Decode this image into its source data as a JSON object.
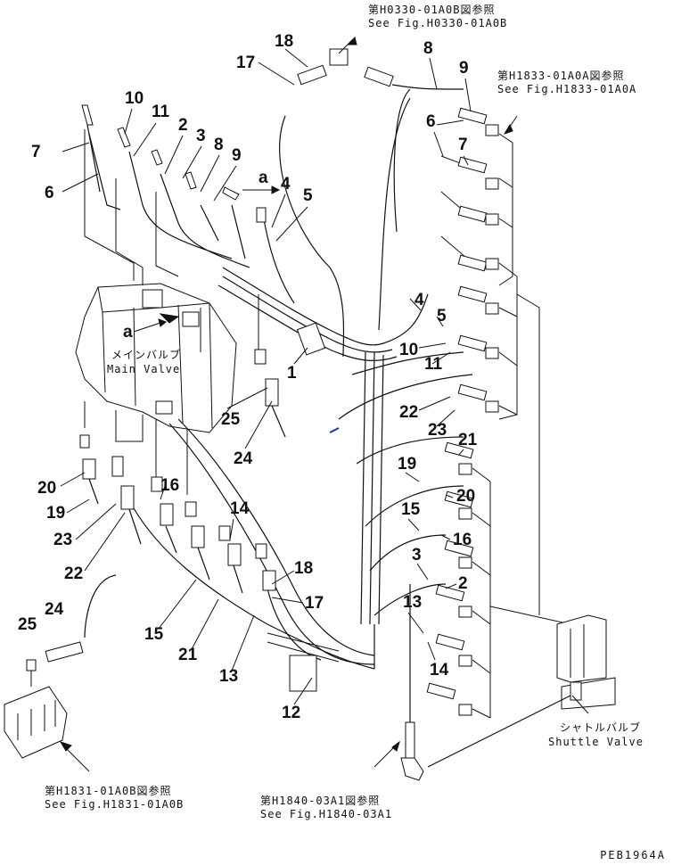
{
  "references": {
    "top": {
      "ja": "第H0330-01A0B図参照",
      "en": "See Fig.H0330-01A0B"
    },
    "right": {
      "ja": "第H1833-01A0A図参照",
      "en": "See Fig.H1833-01A0A"
    },
    "bottom_left": {
      "ja": "第H1831-01A0B図参照",
      "en": "See Fig.H1831-01A0B"
    },
    "bottom_center": {
      "ja": "第H1840-03A1図参照",
      "en": "See Fig.H1840-03A1"
    }
  },
  "components": {
    "main_valve": {
      "ja": "メインバルブ",
      "en": "Main Valve"
    },
    "shuttle_valve": {
      "ja": "シャトルバルブ",
      "en": "Shuttle Valve"
    }
  },
  "callout_letter": "a",
  "callout_numbers": [
    "1",
    "2",
    "3",
    "4",
    "5",
    "6",
    "7",
    "8",
    "9",
    "10",
    "11",
    "12",
    "13",
    "14",
    "15",
    "16",
    "17",
    "18",
    "19",
    "20",
    "21",
    "22",
    "23",
    "24",
    "25"
  ],
  "drawing_code": "PEB1964A"
}
